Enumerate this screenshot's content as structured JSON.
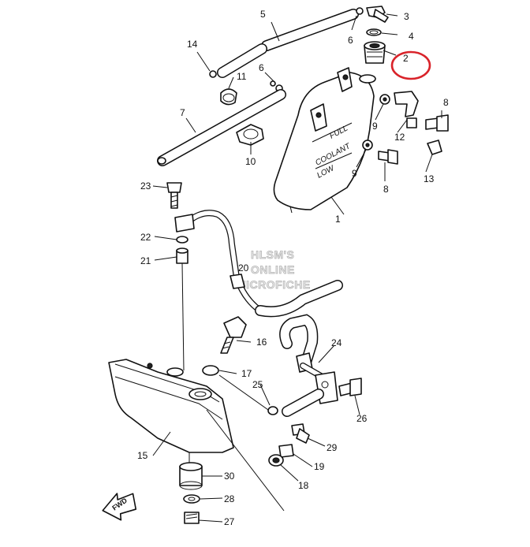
{
  "callouts": [
    {
      "id": "p1",
      "label": "1"
    },
    {
      "id": "p2",
      "label": "2"
    },
    {
      "id": "p3",
      "label": "3"
    },
    {
      "id": "p4",
      "label": "4"
    },
    {
      "id": "p5",
      "label": "5"
    },
    {
      "id": "p6a",
      "label": "6"
    },
    {
      "id": "p6b",
      "label": "6"
    },
    {
      "id": "p7",
      "label": "7"
    },
    {
      "id": "p8a",
      "label": "8"
    },
    {
      "id": "p8b",
      "label": "8"
    },
    {
      "id": "p9a",
      "label": "9"
    },
    {
      "id": "p9b",
      "label": "9"
    },
    {
      "id": "p10",
      "label": "10"
    },
    {
      "id": "p11",
      "label": "11"
    },
    {
      "id": "p12",
      "label": "12"
    },
    {
      "id": "p13",
      "label": "13"
    },
    {
      "id": "p14",
      "label": "14"
    },
    {
      "id": "p15",
      "label": "15"
    },
    {
      "id": "p16",
      "label": "16"
    },
    {
      "id": "p17",
      "label": "17"
    },
    {
      "id": "p18",
      "label": "18"
    },
    {
      "id": "p19",
      "label": "19"
    },
    {
      "id": "p20",
      "label": "20"
    },
    {
      "id": "p21",
      "label": "21"
    },
    {
      "id": "p22",
      "label": "22"
    },
    {
      "id": "p23",
      "label": "23"
    },
    {
      "id": "p24",
      "label": "24"
    },
    {
      "id": "p25",
      "label": "25"
    },
    {
      "id": "p26",
      "label": "26"
    },
    {
      "id": "p27",
      "label": "27"
    },
    {
      "id": "p28",
      "label": "28"
    },
    {
      "id": "p29",
      "label": "29"
    },
    {
      "id": "p30",
      "label": "30"
    }
  ],
  "tank_markings": {
    "full": "FULL",
    "coolant": "COOLANT",
    "low": "LOW"
  },
  "watermark": {
    "line1": "HLSM'S",
    "line2": "ONLINE",
    "line3": "MICROFICHE"
  },
  "fwd_label": "FWD",
  "highlight": {
    "part": "2",
    "color": "#d9232a"
  }
}
